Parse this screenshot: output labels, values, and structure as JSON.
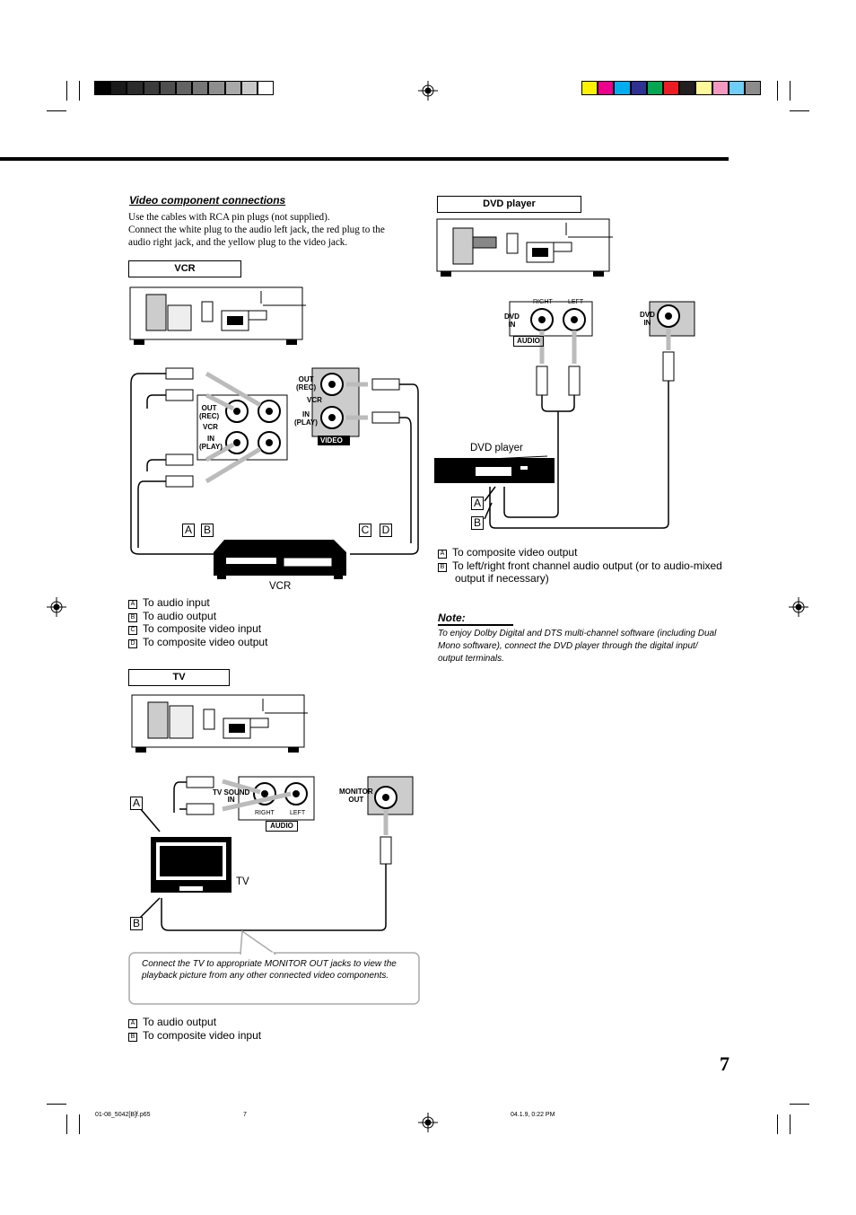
{
  "section": {
    "title": "Video component connections",
    "intro_line1": "Use the cables with RCA pin plugs (not supplied).",
    "intro_line2": "Connect the white plug to the audio left jack, the red plug to the",
    "intro_line3": "audio right jack, and the yellow plug to the video jack."
  },
  "vcr": {
    "box_label": "VCR",
    "device_label": "VCR",
    "jack_out_rec": "OUT\n(REC)",
    "jack_vcr": "VCR",
    "jack_in_play": "IN\n(PLAY)",
    "video_label": "VIDEO",
    "letters": [
      "A",
      "B",
      "C",
      "D"
    ],
    "legend": [
      {
        "letter": "A",
        "text": "To audio input"
      },
      {
        "letter": "B",
        "text": "To audio output"
      },
      {
        "letter": "C",
        "text": "To composite video input"
      },
      {
        "letter": "D",
        "text": "To composite video output"
      }
    ]
  },
  "tv": {
    "box_label": "TV",
    "device_label": "TV",
    "tv_sound_in": "TV SOUND\nIN",
    "right": "RIGHT",
    "left": "LEFT",
    "audio": "AUDIO",
    "monitor_out": "MONITOR\nOUT",
    "callout": "Connect the TV to appropriate MONITOR OUT jacks to view the playback picture from any other connected video components.",
    "legend": [
      {
        "letter": "A",
        "text": "To audio output"
      },
      {
        "letter": "B",
        "text": "To composite video input"
      }
    ]
  },
  "dvd": {
    "box_label": "DVD player",
    "device_label": "DVD player",
    "dvd_in": "DVD\nIN",
    "right": "RIGHT",
    "left": "LEFT",
    "audio": "AUDIO",
    "legend": [
      {
        "letter": "A",
        "text": "To composite video output"
      },
      {
        "letter": "B",
        "text": "To left/right front channel audio output (or to audio-mixed",
        "text2": "output if necessary)"
      }
    ]
  },
  "note": {
    "title": "Note:",
    "line1": "To enjoy Dolby Digital and DTS multi-channel software (including Dual",
    "line2": "Mono software), connect the DVD player through the digital input/",
    "line3": "output terminals."
  },
  "page_number": "7",
  "footer": {
    "file": "01-08_5042[B]f.p65",
    "page": "7",
    "date": "04.1.9, 0:22 PM"
  },
  "colors": {
    "grey_swatches": [
      "#000000",
      "#1a1a1a",
      "#2b2b2b",
      "#3b3b3b",
      "#4e4e4e",
      "#636363",
      "#777777",
      "#8e8e8e",
      "#a9a9a9",
      "#c9c9c9",
      "#ffffff"
    ],
    "color_swatches": [
      "#fff200",
      "#ec008c",
      "#00aeef",
      "#2e3192",
      "#00a651",
      "#ed1c24",
      "#231f20",
      "#fff799",
      "#f49ac1",
      "#6dcff6",
      "#8c8c8c"
    ]
  }
}
